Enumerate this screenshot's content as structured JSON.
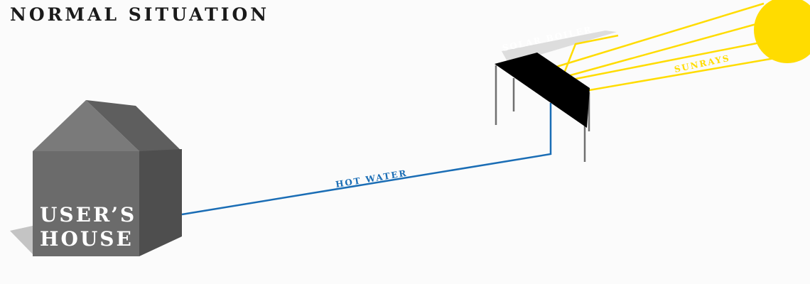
{
  "title": "NORMAL SITUATION",
  "labels": {
    "house_line1": "USER’S",
    "house_line2": "HOUSE",
    "pipe": "HOT WATER",
    "boiler": "SOLAR BOILER",
    "sunrays": "SUNRAYS"
  },
  "colors": {
    "pipe": "#1a6db5",
    "sun": "#ffdc00",
    "boiler_panel": "#000000",
    "boiler_shadow": "#dddddd",
    "house_front": "#6b6b6b",
    "house_side": "#4e4e4e",
    "house_roof_left": "#7a7a7a",
    "house_roof_right": "#5e5e5e",
    "ground_shadow": "#c4c4c4",
    "title": "#1a1a1a"
  },
  "icons": [
    "house-icon",
    "solar-boiler-icon",
    "sun-icon"
  ]
}
